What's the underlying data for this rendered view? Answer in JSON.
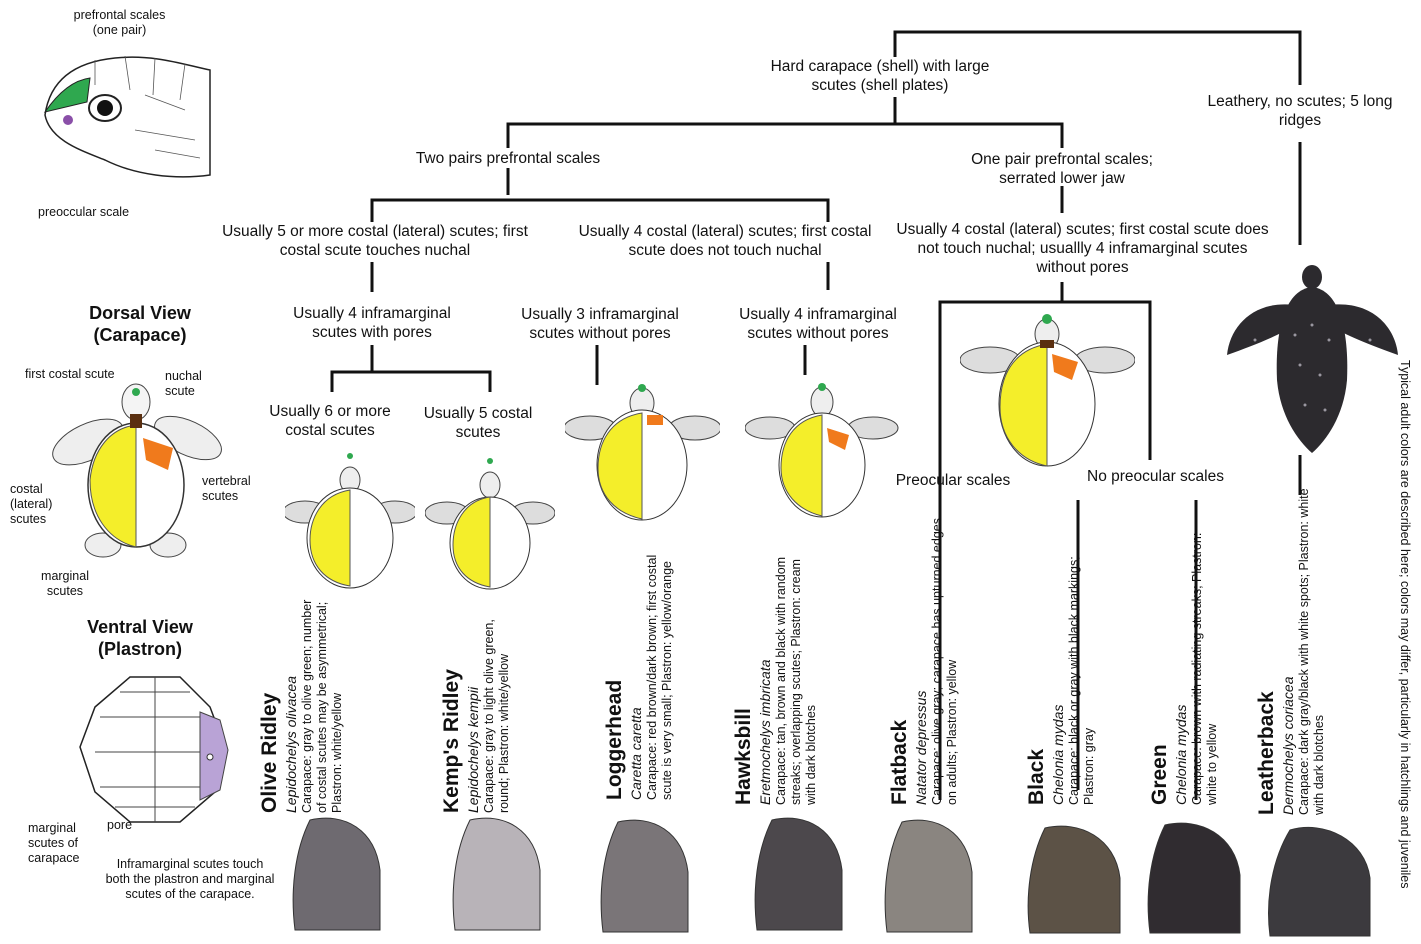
{
  "key": {
    "root": "Hard carapace (shell) with large scutes (shell plates)",
    "leathery": "Leathery, no scutes; 5 long ridges",
    "two_pairs": "Two pairs prefrontal scales",
    "one_pair": "One pair prefrontal scales; serrated lower jaw",
    "costal5": "Usually 5 or more costal (lateral) scutes; first costal scute touches nuchal",
    "costal4": "Usually 4 costal (lateral) scutes; first costal scute does not touch nuchal",
    "costal4b": "Usually 4 costal (lateral) scutes; first costal scute does not touch nuchal; usuallly 4 inframarginal scutes without pores",
    "infra4pores": "Usually 4 inframarginal scutes with pores",
    "infra3": "Usually 3 inframarginal scutes without pores",
    "infra4nopores": "Usually 4 inframarginal scutes without pores",
    "costal6": "Usually 6 or more costal scutes",
    "costal5b": "Usually 5 costal scutes",
    "preocular": "Preocular scales",
    "nopreocular": "No preocular scales"
  },
  "anatomy": {
    "prefrontal": "prefrontal scales (one pair)",
    "preoccular": "preoccular scale",
    "dorsal_title": "Dorsal View (Carapace)",
    "first_costal": "first costal scute",
    "nuchal": "nuchal scute",
    "vertebral": "vertebral scutes",
    "costal": "costal (lateral) scutes",
    "marginal": "marginal scutes",
    "ventral_title": "Ventral View (Plastron)",
    "marginal_carapace": "marginal scutes of carapace",
    "pore": "pore",
    "inframarginal_note": "Inframarginal scutes touch both the plastron and marginal scutes of the carapace."
  },
  "species": [
    {
      "common": "Olive Ridley",
      "scientific": "Lepidochelys olivacea",
      "desc": "Carapace: gray to olive green; number of costal scutes may be asymmetrical; Plastron: white/yellow"
    },
    {
      "common": "Kemp's Ridley",
      "scientific": "Lepidochelys kempii",
      "desc": "Carapace: gray to light olive green, round; Plastron: white/yellow"
    },
    {
      "common": "Loggerhead",
      "scientific": "Caretta caretta",
      "desc": "Carapace: red brown/dark brown; first costal scute is very small; Plastron: yellow/orange"
    },
    {
      "common": "Hawksbill",
      "scientific": "Eretmochelys imbricata",
      "desc": "Carapace: tan, brown and black with random streaks; overlapping scutes; Plastron: cream with dark blotches"
    },
    {
      "common": "Flatback",
      "scientific": "Natator depressus",
      "desc": "Carapace: olive gray; carapace has upturned edges on adults; Plastron: yellow"
    },
    {
      "common": "Black",
      "scientific": "Chelonia mydas",
      "desc": "Carapace: black or gray with black markings; Plastron: gray"
    },
    {
      "common": "Green",
      "scientific": "Chelonia mydas",
      "desc": "Carapace: brown with radiating streaks; Plastron: white to yellow"
    },
    {
      "common": "Leatherback",
      "scientific": "Dermochelys coriacea",
      "desc": "Carapace: dark gray/black with white spots; Plastron: white with dark blotches"
    }
  ],
  "note": "Typical adult colors are described here; colors may differ, particularly in hatchlings and juveniles",
  "colors": {
    "costal": "#f4ee2a",
    "prefrontal": "#2fa84f",
    "nuchal": "#5a2f10",
    "first_costal": "#f07a1c",
    "inframarginal": "#b9a3d6",
    "leatherback": "#2c2a2e"
  }
}
